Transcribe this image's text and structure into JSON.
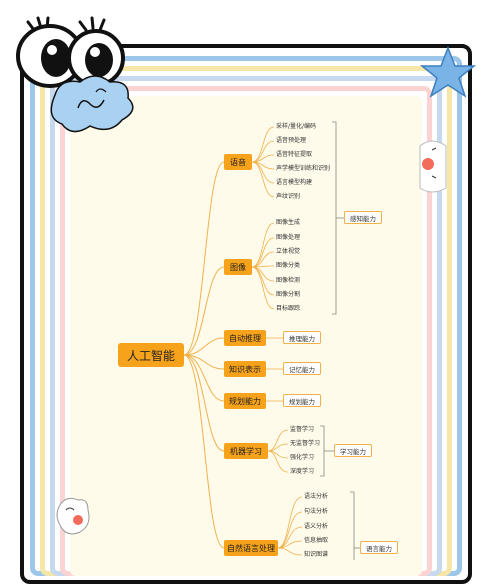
{
  "mindmap": {
    "root": "人工智能",
    "branches": [
      {
        "label": "语音",
        "leaves": [
          "采样/量化/编码",
          "语音预处理",
          "语音特征提取",
          "声学模型训练和识别",
          "语言模型构建",
          "声纹识别"
        ]
      },
      {
        "label": "图像",
        "leaves": [
          "图像生成",
          "图像处理",
          "立体视觉",
          "图像分类",
          "图像检测",
          "图像分割",
          "目标跟踪"
        ]
      },
      {
        "label": "自动推理",
        "leaves": []
      },
      {
        "label": "知识表示",
        "leaves": []
      },
      {
        "label": "规划能力",
        "leaves": []
      },
      {
        "label": "机器学习",
        "leaves": [
          "监督学习",
          "无监督学习",
          "强化学习",
          "深度学习"
        ]
      },
      {
        "label": "自然语言处理",
        "leaves": [
          "语法分析",
          "句法分析",
          "语义分析",
          "信息抽取",
          "知识图谱"
        ]
      }
    ],
    "groups": {
      "perception": "感知能力",
      "reasoning": "推理能力",
      "memory": "记忆能力",
      "planning": "规划能力",
      "learning": "学习能力",
      "language": "语言能力"
    }
  },
  "colors": {
    "accent": "#f7a21b",
    "line": "#f0b04a",
    "bracket": "#888888"
  }
}
